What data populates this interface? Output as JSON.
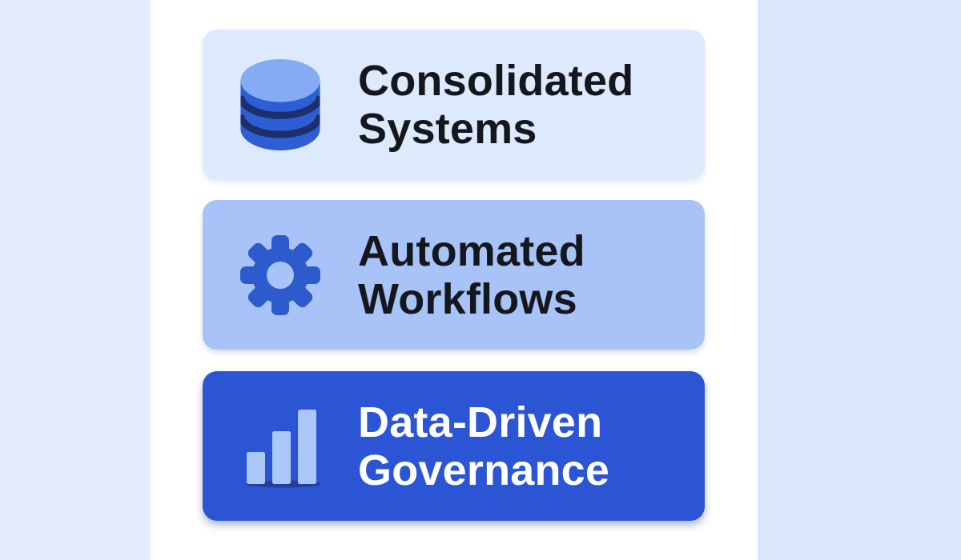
{
  "page": {
    "left_stripe_color": "#e6ebfb",
    "right_stripe_color": "#d9e6fc",
    "panel_color": "#ffffff"
  },
  "cards": [
    {
      "id": "consolidated-systems",
      "icon": "database-icon",
      "title_line1": "Consolidated",
      "title_line2": "Systems",
      "background": "#dde9fc",
      "text_color": "#15171e"
    },
    {
      "id": "automated-workflows",
      "icon": "gear-icon",
      "title_line1": "Automated",
      "title_line2": "Workflows",
      "background": "#a7c3f7",
      "text_color": "#15171e"
    },
    {
      "id": "data-driven-governance",
      "icon": "bar-chart-icon",
      "title_line1": "Data-Driven",
      "title_line2": "Governance",
      "background": "#2b55d4",
      "text_color": "#ffffff"
    }
  ],
  "icon_colors": {
    "database_body": "#2e5ed3",
    "database_top": "#84abf4",
    "database_band": "#1e2f6d",
    "gear": "#2d5bcd",
    "gear_hole": "#a7c3f7",
    "bars": "#abc7f8",
    "bars_shadow": "#1d2e6e"
  }
}
